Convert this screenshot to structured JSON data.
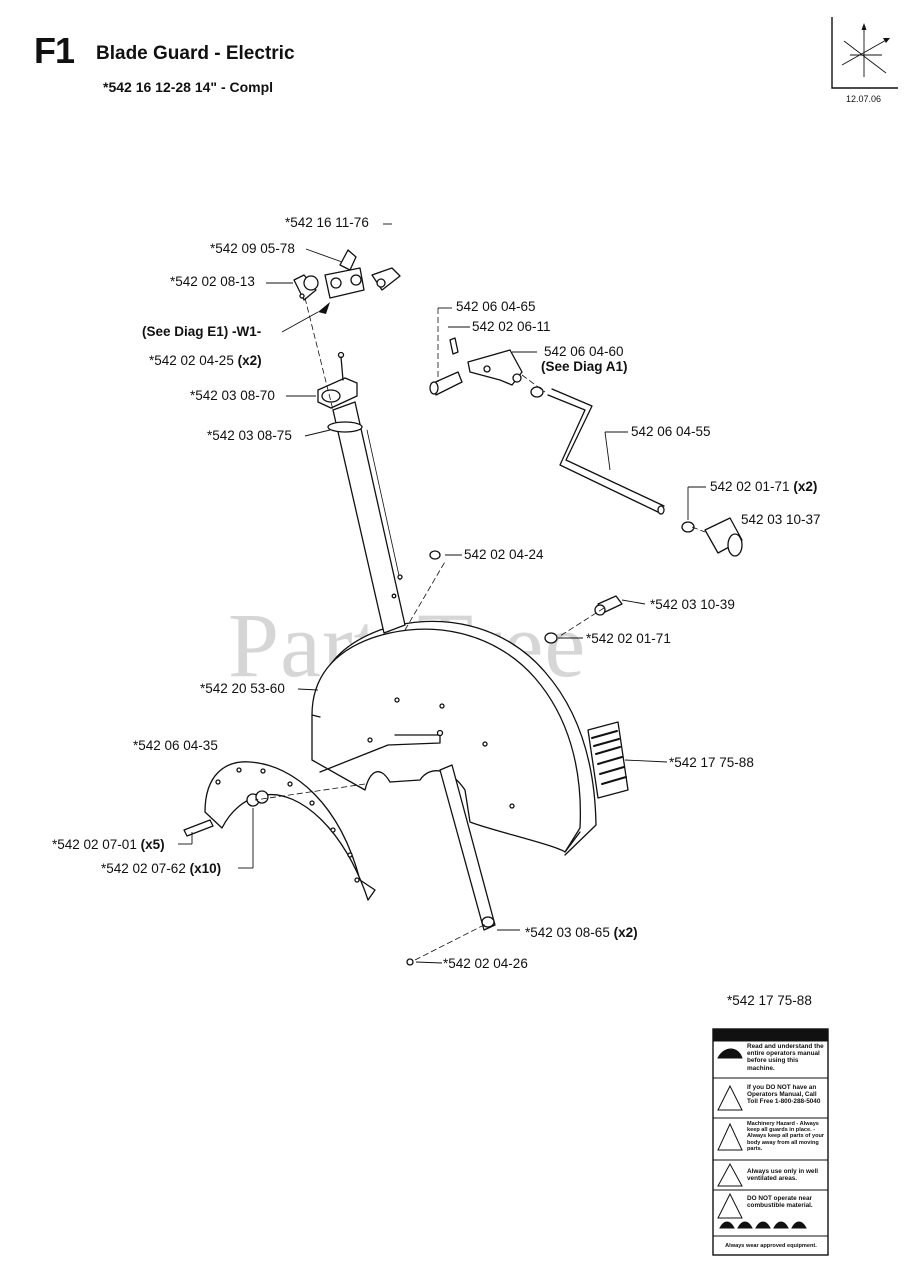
{
  "header": {
    "section_code": "F1",
    "title": "Blade Guard - Electric",
    "subtitle": "*542 16 12-28 14\" - Compl",
    "date": "12.07.06"
  },
  "watermark": "PartsTree",
  "callouts": [
    {
      "id": "c1",
      "text": "*542 16 11-76"
    },
    {
      "id": "c2",
      "text": "*542 09 05-78"
    },
    {
      "id": "c3",
      "text": "*542 02 08-13"
    },
    {
      "id": "c4",
      "text": "(See Diag E1) -W1-"
    },
    {
      "id": "c5",
      "text": "*542 02 04-25",
      "qty": "(x2)"
    },
    {
      "id": "c6",
      "text": "*542 03 08-70"
    },
    {
      "id": "c7",
      "text": "*542 03 08-75"
    },
    {
      "id": "c8",
      "text": "542 06 04-65"
    },
    {
      "id": "c9",
      "text": "542 02 06-11"
    },
    {
      "id": "c10",
      "text": "542 06 04-60"
    },
    {
      "id": "c11",
      "text": "(See Diag A1)"
    },
    {
      "id": "c12",
      "text": "542 06 04-55"
    },
    {
      "id": "c13",
      "text": "542 02 01-71",
      "qty": "(x2)"
    },
    {
      "id": "c14",
      "text": "542 03 10-37"
    },
    {
      "id": "c15",
      "text": "542 02 04-24"
    },
    {
      "id": "c16",
      "text": "*542 03 10-39"
    },
    {
      "id": "c17",
      "text": "*542 02 01-71"
    },
    {
      "id": "c18",
      "text": "*542 20 53-60"
    },
    {
      "id": "c19",
      "text": "*542 06 04-35"
    },
    {
      "id": "c20",
      "text": "*542 17 75-88"
    },
    {
      "id": "c21",
      "text": "*542 02 07-01",
      "qty": "(x5)"
    },
    {
      "id": "c22",
      "text": "*542 02 07-62",
      "qty": "(x10)"
    },
    {
      "id": "c23",
      "text": "*542 03 08-65",
      "qty": "(x2)"
    },
    {
      "id": "c24",
      "text": "*542 02 04-26"
    },
    {
      "id": "c25",
      "text": "*542 17 75-88"
    }
  ],
  "warning_label": {
    "lines": [
      "Read and understand the entire operators manual before using this machine.",
      "If you DO NOT have an Operators Manual, Call Toll Free 1-800-288-5040",
      "Machinery Hazard - Always keep all guards in place. - Always keep all parts of your body away from all moving parts.",
      "Always use only in well ventilated areas.",
      "DO NOT operate near combustible material."
    ],
    "footer": "Always wear approved equipment."
  }
}
